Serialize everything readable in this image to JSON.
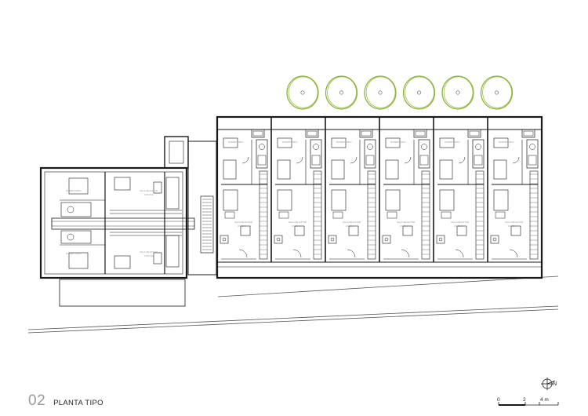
{
  "caption": {
    "number": "02",
    "title": "PLANTA TIPO"
  },
  "north": {
    "label": "N"
  },
  "scale_bar": {
    "ticks": [
      "0",
      "2",
      "4 m"
    ]
  },
  "units": {
    "count": 6,
    "labels": [
      "DORMITORIO",
      "SALA DE ESTAR",
      "COCINA"
    ]
  },
  "left_block": {
    "labels": [
      "DORMITORIO",
      "SALA DE ESTAR",
      "COCINA"
    ]
  },
  "trees": {
    "count": 6,
    "color": "#8db33a"
  },
  "colors": {
    "line": "#1a1a1a",
    "thin": "#555555",
    "tree": "#8db33a",
    "caption_number": "#9a9a9a"
  }
}
